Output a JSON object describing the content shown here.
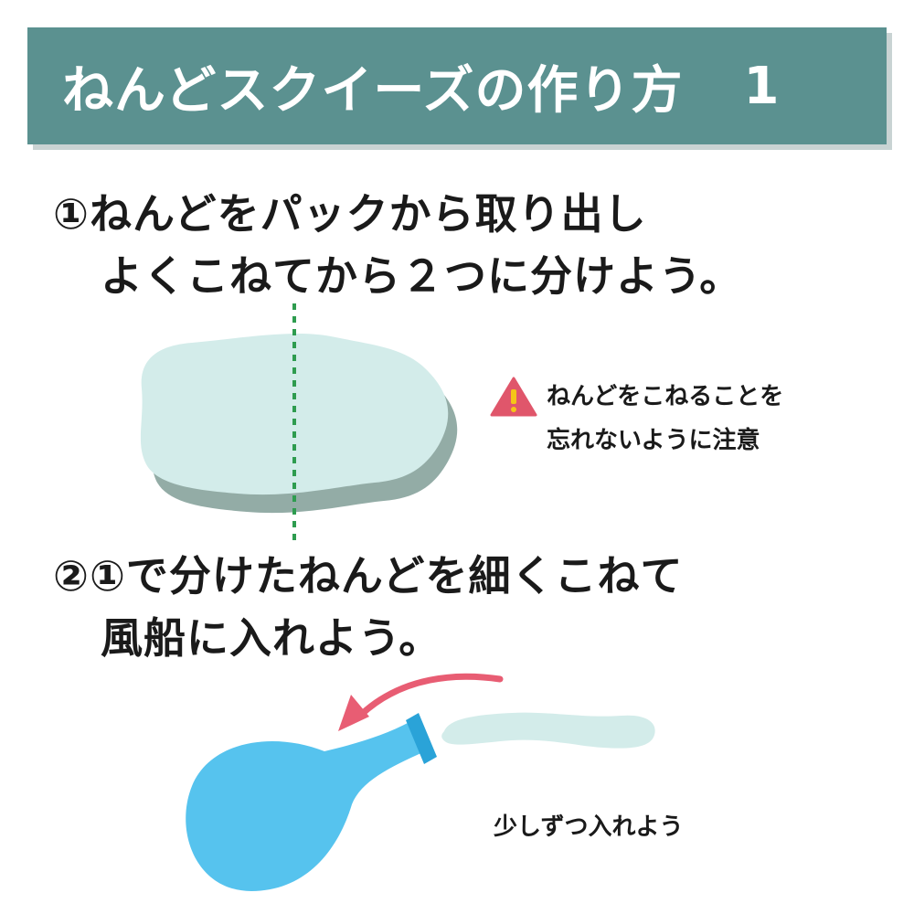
{
  "banner": {
    "title": "ねんどスクイーズの作り方",
    "number": "1"
  },
  "step1": {
    "line1": "①ねんどをパックから取り出し",
    "line2": "よくこねてから２つに分けよう。"
  },
  "warning": {
    "line1": "ねんどをこねることを",
    "line2": "忘れないように注意"
  },
  "step2": {
    "line1": "②①で分けたねんどを細くこねて",
    "line2": "風船に入れよう。"
  },
  "hint": "少しずつ入れよう",
  "colors": {
    "banner": "#5b9190",
    "clay_light": "#d3ecea",
    "clay_shadow": "#93aca6",
    "divider": "#2e9c4f",
    "warning": "#e0566b",
    "arrow": "#e85d73",
    "balloon": "#56c3ee",
    "balloon_neck": "#2aa3d8",
    "text": "#1a1a1a"
  },
  "icons": {
    "warning": "warning-triangle-icon"
  }
}
